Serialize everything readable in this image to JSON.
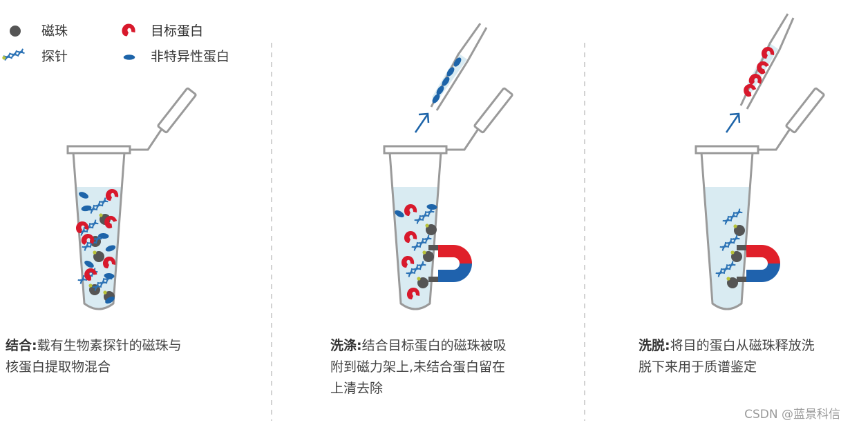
{
  "legend": {
    "bead": "磁珠",
    "probe": "探针",
    "target_protein": "目标蛋白",
    "nonspecific_protein": "非特异性蛋白"
  },
  "colors": {
    "bead": "#555555",
    "target_protein": "#d8192c",
    "nonspecific_protein": "#1d64a9",
    "probe": "#2b72b5",
    "liquid": "#d9ebf2",
    "tube_outline": "#9a9a9a",
    "arrow": "#1d64a9",
    "magnet_red": "#e0202a",
    "magnet_blue": "#1f62ad"
  },
  "steps": [
    {
      "title": "结合:",
      "lines": [
        "载有生物素探针的磁珠与",
        "核蛋白提取物混合"
      ]
    },
    {
      "title": "洗涤:",
      "lines": [
        "结合目标蛋白的磁珠被吸",
        "附到磁力架上,未结合蛋白留在",
        "上清去除"
      ]
    },
    {
      "title": "洗脱:",
      "lines": [
        "将目的蛋白从磁珠释放洗",
        "脱下来用于质谱鉴定"
      ]
    }
  ],
  "watermark": "CSDN @蓝景科信"
}
